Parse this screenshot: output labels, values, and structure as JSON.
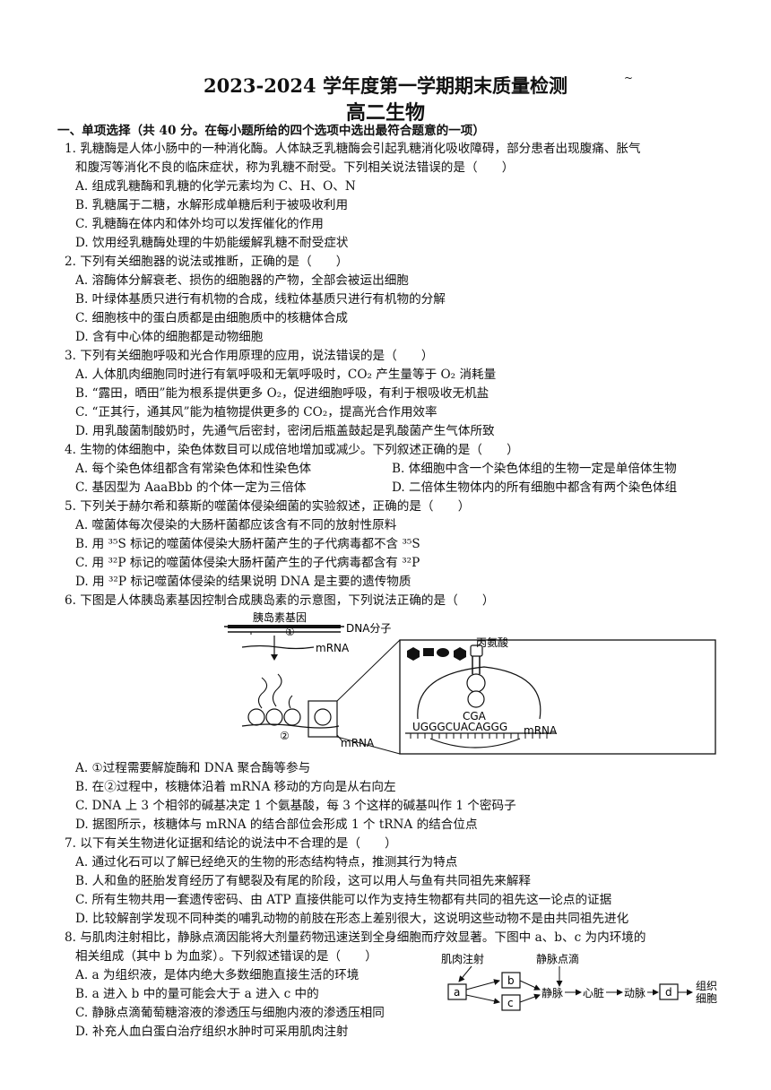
{
  "exam": {
    "title": "2023-2024 学年度第一学期期末质量检测",
    "subject": "高二生物",
    "corner_mark": "~",
    "section1": "一、单项选择（共 40 分。在每小题所给的四个选项中选出最符合题意的一项）"
  },
  "questions": [
    {
      "stem": [
        "1. 乳糖酶是人体小肠中的一种消化酶。人体缺乏乳糖酶会引起乳糖消化吸收障碍，部分患者出现腹痛、胀气",
        "和腹泻等消化不良的临床症状，称为乳糖不耐受。下列相关说法错误的是（　　）"
      ],
      "options": [
        "A. 组成乳糖酶和乳糖的化学元素均为 C、H、O、N",
        "B. 乳糖属于二糖，水解形成单糖后利于被吸收利用",
        "C. 乳糖酶在体内和体外均可以发挥催化的作用",
        "D. 饮用经乳糖酶处理的牛奶能缓解乳糖不耐受症状"
      ]
    },
    {
      "stem": [
        "2. 下列有关细胞器的说法或推断，正确的是（　　）"
      ],
      "options": [
        "A. 溶酶体分解衰老、损伤的细胞器的产物，全部会被运出细胞",
        "B. 叶绿体基质只进行有机物的合成，线粒体基质只进行有机物的分解",
        "C. 细胞核中的蛋白质都是由细胞质中的核糖体合成",
        "D. 含有中心体的细胞都是动物细胞"
      ]
    },
    {
      "stem": [
        "3. 下列有关细胞呼吸和光合作用原理的应用，说法错误的是（　　）"
      ],
      "options": [
        "A. 人体肌肉细胞同时进行有氧呼吸和无氧呼吸时，CO₂ 产生量等于 O₂ 消耗量",
        "B. “露田，晒田”能为根系提供更多 O₂，促进细胞呼吸，有利于根吸收无机盐",
        "C. “正其行，通其风”能为植物提供更多的 CO₂，提高光合作用效率",
        "D. 用乳酸菌制酸奶时，先通气后密封，密闭后瓶盖鼓起是乳酸菌产生气体所致"
      ]
    },
    {
      "stem": [
        "4. 生物的体细胞中，染色体数目可以成倍地增加或减少。下列叙述正确的是（　　）"
      ],
      "options": [
        "A. 每个染色体组都含有常染色体和性染色体",
        "B. 体细胞中含一个染色体组的生物一定是单倍体生物",
        "C. 基因型为 AaaBbb 的个体一定为三倍体",
        "D. 二倍体生物体内的所有细胞中都含有两个染色体组"
      ]
    },
    {
      "stem": [
        "5. 下列关于赫尔希和蔡斯的噬菌体侵染细菌的实验叙述，正确的是（　　）"
      ],
      "options": [
        "A. 噬菌体每次侵染的大肠杆菌都应该含有不同的放射性原料",
        "B. 用 ³⁵S 标记的噬菌体侵染大肠杆菌产生的子代病毒都不含 ³⁵S",
        "C. 用 ³²P 标记的噬菌体侵染大肠杆菌产生的子代病毒都含有 ³²P",
        "D. 用 ³²P 标记噬菌体侵染的结果说明 DNA 是主要的遗传物质"
      ]
    },
    {
      "stem": [
        "6. 下图是人体胰岛素基因控制合成胰岛素的示意图，下列说法正确的是（　　）"
      ],
      "options": [
        "A. ①过程需要解旋酶和 DNA 聚合酶等参与",
        "B. 在②过程中，核糖体沿着 mRNA 移动的方向是从右向左",
        "C. DNA 上 3 个相邻的碱基决定 1 个氨基酸，每 3 个这样的碱基叫作 1 个密码子",
        "D. 据图所示，核糖体与 mRNA 的结合部位会形成 1 个 tRNA 的结合位点"
      ]
    },
    {
      "stem": [
        "7. 以下有关生物进化证据和结论的说法中不合理的是（　　）"
      ],
      "options": [
        "A. 通过化石可以了解已经绝灭的生物的形态结构特点，推测其行为特点",
        "B. 人和鱼的胚胎发育经历了有鳃裂及有尾的阶段，这可以用人与鱼有共同祖先来解释",
        "C. 所有生物共用一套遗传密码、由 ATP 直接供能可以作为支持生物都有共同的祖先这一论点的证据",
        "D. 比较解剖学发现不同种类的哺乳动物的前肢在形态上差别很大，这说明这些动物不是由共同祖先进化"
      ]
    },
    {
      "stem": [
        "8. 与肌肉注射相比，静脉点滴因能将大剂量药物迅速送到全身细胞而疗效显著。下图中 a、b、c 为内环境的",
        "相关组成（其中 b 为血浆）。下列叙述错误的是（　　）"
      ],
      "options": [
        "A. a 为组织液，是体内绝大多数细胞直接生活的环境",
        "B. a 进入 b 中的量可能会大于 a 进入 c 中的",
        "C. 静脉点滴葡萄糖溶液的渗透压与细胞内液的渗透压相同",
        "D. 补充人血白蛋白治疗组织水肿时可采用肌肉注射"
      ]
    }
  ],
  "fig6": {
    "gene_label": "胰岛素基因",
    "dna_label": "DNA分子",
    "step1": "①",
    "step2": "②",
    "mrna_left": "mRNA",
    "mrna_bottom": "mRNA",
    "mrna_right": "mRNA",
    "amino_acid": "丙氨酸",
    "anticodon": "CGA",
    "mrna_seq": "UGGGCUACAGGG"
  },
  "fig8": {
    "im_label": "肌肉注射",
    "iv_label": "静脉点滴",
    "a": "a",
    "b": "b",
    "c": "c",
    "d": "d",
    "vein": "静脉",
    "heart": "心脏",
    "artery": "动脉",
    "tissue1": "组织",
    "tissue2": "细胞"
  }
}
